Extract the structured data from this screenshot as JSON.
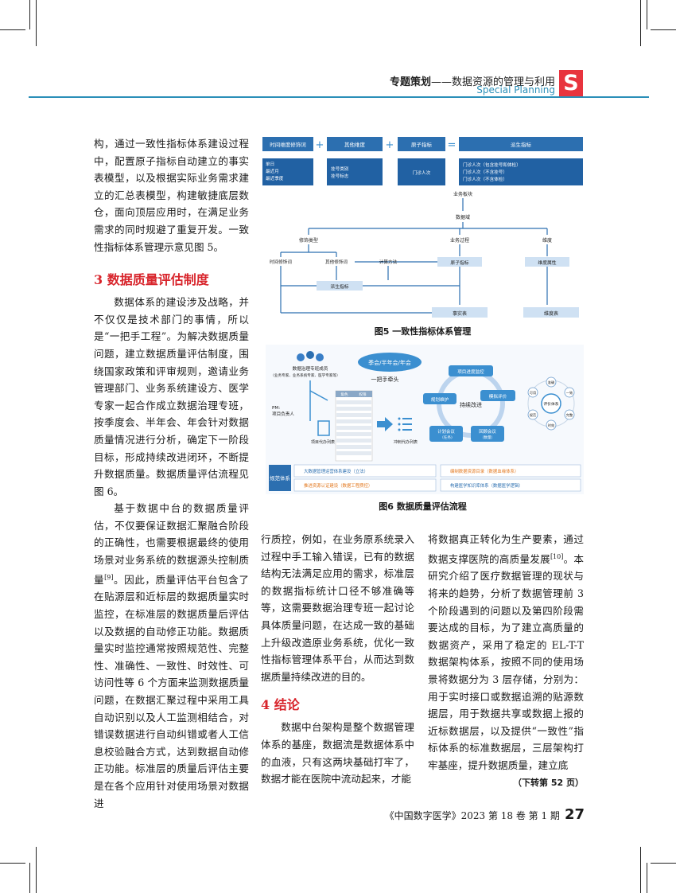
{
  "header": {
    "section": "专题策划",
    "topic": "——数据资源的管理与利用",
    "subtitle_en": "Special Planning",
    "badge": "S"
  },
  "col1_top": [
    "构，通过一致性指标体系建设过程中，配置原子指标自动建立的事实表模型，以及根据实际业务需求建立的汇总表模型，构建敏捷底层数仓，面向顶层应用时，在满足业务需求的同时规避了重复开发。一致性指标体系管理示意见图 5。"
  ],
  "section3": {
    "heading": "3 数据质量评估制度",
    "p1": "数据体系的建设涉及战略，并不仅仅是技术部门的事情，所以是“一把手工程”。为解决数据质量问题，建立数据质量评估制度，围绕国家政策和评审规则，邀请业务管理部门、业务系统建设方、医学专家一起合作成立数据治理专班，按季度会、半年会、年会针对数据质量情况进行分析，确定下一阶段目标，形成持续改进闭环，不断提升数据质量。数据质量评估流程见图 6。",
    "p2a": "基于数据中台的数据质量评估，不仅要保证数据汇聚融合阶段的正确性，也需要根据最终的使用场景对业务系统的数据源头控制质量",
    "p2ref": "[9]",
    "p2b": "。因此，质量评估平台包含了在贴源层和近标层的数据质量实时监控，在标准层的数据质量后评估以及数据的自动修正功能。数据质量实时监控通常按照规范性、完整性、准确性、一致性、时效性、可访问性等 6 个方面来监测数据质量问题，在数据汇聚过程中采用工具自动识别以及人工监测相结合，对错误数据进行自动纠错或者人工信息校验融合方式，达到数据自动修正功能。标准层的质量后评估主要是在各个应用针对使用场景对数据进"
  },
  "col2_bottom": {
    "p1": "行质控，例如，在业务原系统录入过程中手工输入错误，已有的数据结构无法满足应用的需求，标准层的数据指标统计口径不够准确等等，这需要数据治理专班一起讨论具体质量问题，在达成一致的基础上升级改造原业务系统，优化一致性指标管理体系平台，从而达到数据质量持续改进的目的。",
    "heading": "4 结论",
    "p2": "数据中台架构是整个数据管理体系的基座，数据流是数据体系中的血液，只有这两块基础打牢了，数据才能在医院中流动起来，才能"
  },
  "col3_bottom": {
    "p1a": "将数据真正转化为生产要素，通过数据支撑医院的高质量发展",
    "p1ref": "[10]",
    "p1b": "。本研究介绍了医疗数据管理的现状与将来的趋势，分析了数据管理前 3 个阶段遇到的问题以及第四阶段需要达成的目标，为了建立高质量的数据资产，采用了稳定的 EL-T-T 数据架构体系，按照不同的使用场景将数据分为 3 层存储，分别为：用于实时接口或数据追溯的贴源数据层，用于数据共享或数据上报的近标数据层，以及提供“一致性”指标体系的标准数据层，三层架构打牢基座，提升数据质量，建立底",
    "continued": "（下转第 52 页）"
  },
  "fig5": {
    "caption": "图5  一致性指标体系管理",
    "bars": [
      "时间维度修饰词",
      "其他维度",
      "原子指标",
      "派生指标"
    ],
    "ops": [
      "+",
      "+",
      "="
    ],
    "box1": [
      "单日",
      "最近月",
      "最近季度"
    ],
    "box2": [
      "挂号类别",
      "挂号标志"
    ],
    "box3": [
      "门诊人次"
    ],
    "box4": [
      "门诊人次（包含挂号和体检）",
      "门诊人次（不含挂号）",
      "门诊人次（不含体检）"
    ],
    "nodes": {
      "domain_block": "业务板块",
      "data_domain": "数据域",
      "modifier_type": "修饰类型",
      "biz_process": "业务过程",
      "dimension": "维度",
      "time_modifier": "时间修饰词",
      "other_modifier": "其他修饰词",
      "calc_method": "计算方法",
      "atomic": "原子指标",
      "dim_attr": "维度属性",
      "derived": "派生指标",
      "fact_table": "事实表",
      "dim_table": "维度表"
    }
  },
  "fig6": {
    "caption": "图6  数据质量评估流程",
    "team": "数据治理专班成员",
    "team_members": "（业务专家、业务系统专家、医学专家等）",
    "pm": "PM:",
    "pm_role": "项目负责人",
    "meetings": "季会/半年会/年会",
    "leader": "一把手牵头",
    "table_head": [
      "角色",
      "权限"
    ],
    "project_list": "项目代办列表",
    "todo_list": "冲刺代办列表",
    "cycle": [
      "项目进度监控",
      "模拟评价",
      "回顾会议",
      "计划会议",
      "规划维护"
    ],
    "cycle_sub": [
      "（数量）",
      "（任务)"
    ],
    "center": "持续改进",
    "eval_center": "评价体系",
    "eval_items": [
      "准确",
      "一致",
      "完整",
      "时效",
      "规范",
      "可用"
    ],
    "norm_label": "规范体系",
    "norm_items": [
      "大数据管理运营体系建设（立法）",
      "编制数据资源目录（数据血缘体系）",
      "推进资源认证建设（数据工程质控）",
      "构建医学知识库体系（数据医学逻辑）"
    ]
  },
  "footer": {
    "journal": "《中国数字医学》2023 第 18 卷 第 1 期",
    "page": "27"
  }
}
